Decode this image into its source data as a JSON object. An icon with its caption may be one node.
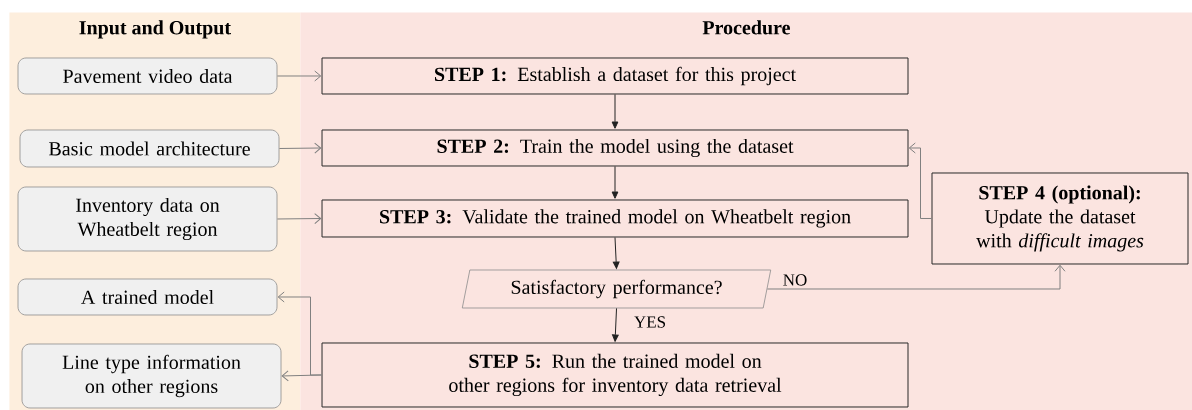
{
  "diagram": {
    "nodes": [
      {
        "text": [
          "Input and Output"
        ]
      },
      {
        "text": [
          "Procedure"
        ]
      },
      {
        "text": [
          "Pavement video data"
        ],
        "in": 0
      },
      {
        "text": [
          "Basic model architecture"
        ],
        "in": 0
      },
      {
        "text": [
          "Inventory data on Wheatbelt region"
        ],
        "in": 0
      },
      {
        "text": [
          "A trained model"
        ],
        "in": 0
      },
      {
        "text": [
          "Line type information on other regions"
        ],
        "in": 0
      },
      {
        "text": [
          "**STEP 1:** Establish a dataset for this project"
        ],
        "in": 1
      },
      {
        "text": [
          "**STEP 2:** Train the model using the dataset"
        ],
        "in": 1
      },
      {
        "text": [
          "**STEP 3:** Validate the trained model on Wheatbelt region"
        ],
        "in": 1
      },
      {
        "text": [
          "Satisfactory performance?"
        ],
        "in": 1
      },
      {
        "text": [
          "**STEP 5:** Run the trained model on other regions for inventory data retrieval"
        ],
        "in": 1
      },
      {
        "text": [
          "STEP 4 (optional):",
          "Update the dataset with *difficult images*"
        ],
        "in": 1
      }
    ],
    "edges": [
      {
        "from": 2,
        "to": 7,
        "arrow": "to"
      },
      {
        "from": 3,
        "to": 8,
        "arrow": "to"
      },
      {
        "from": 4,
        "to": 9,
        "arrow": "to"
      },
      {
        "from": 7,
        "to": 8,
        "arrow": "to",
        "color": "#222222"
      },
      {
        "from": 8,
        "to": 9,
        "arrow": "to",
        "color": "#222222"
      },
      {
        "from": 9,
        "to": 10,
        "arrow": "to",
        "color": "#222222"
      },
      {
        "from": 10,
        "to": 11,
        "arrow": "to",
        "label": "YES",
        "color": "#222222"
      },
      {
        "from": 10,
        "to": 12,
        "arrow": "to",
        "label": "NO"
      },
      {
        "from": 12,
        "to": 8,
        "arrow": "to"
      },
      {
        "from": 11,
        "to": 5,
        "arrow": "to"
      },
      {
        "from": 11,
        "to": 6,
        "arrow": "to"
      }
    ]
  }
}
